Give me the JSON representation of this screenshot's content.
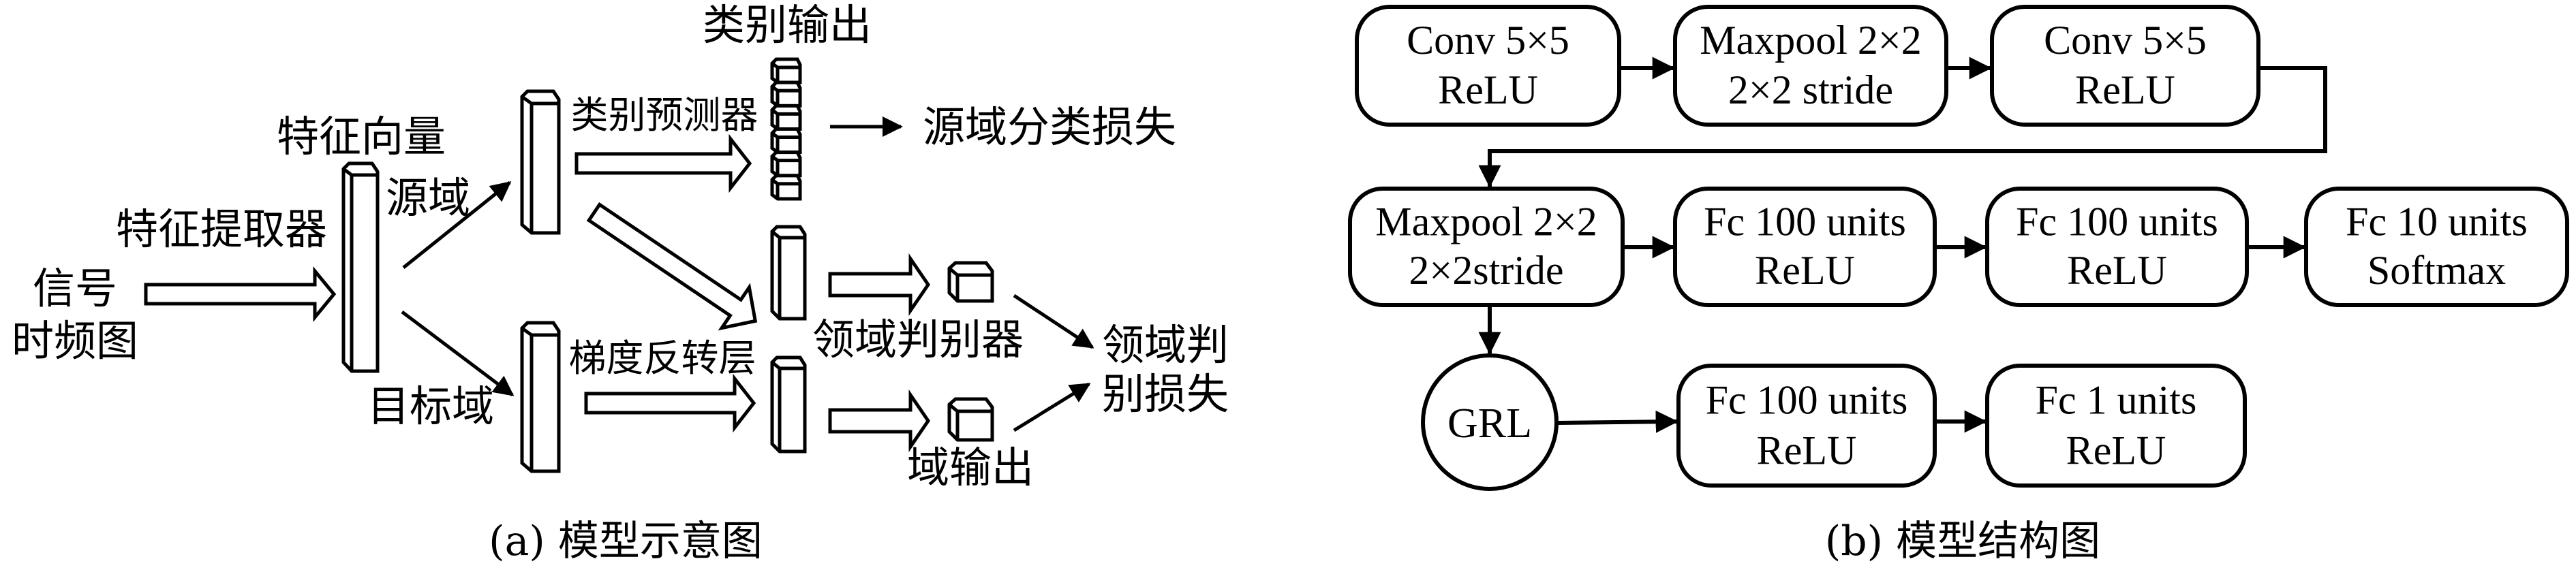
{
  "panel_a": {
    "caption": "(a) 模型示意图",
    "labels": {
      "input_line1": "信号",
      "input_line2": "时频图",
      "feature_extractor": "特征提取器",
      "feature_vector": "特征向量",
      "source_domain": "源域",
      "target_domain": "目标域",
      "class_predictor": "类别预测器",
      "class_output": "类别输出",
      "source_class_loss": "源域分类损失",
      "gradient_reversal_layer": "梯度反转层",
      "domain_discriminator": "领域判别器",
      "domain_output": "域输出",
      "domain_loss_line1": "领域判",
      "domain_loss_line2": "别损失"
    },
    "class_output_cells": 6
  },
  "panel_b": {
    "caption": "(b) 模型结构图",
    "row1": [
      {
        "line1": "Conv 5×5",
        "line2": "ReLU"
      },
      {
        "line1": "Maxpool 2×2",
        "line2": "2×2 stride"
      },
      {
        "line1": "Conv 5×5",
        "line2": "ReLU"
      }
    ],
    "row2": [
      {
        "line1": "Maxpool 2×2",
        "line2": "2×2stride"
      },
      {
        "line1": "Fc 100 units",
        "line2": "ReLU"
      },
      {
        "line1": "Fc 100 units",
        "line2": "ReLU"
      },
      {
        "line1": "Fc 10 units",
        "line2": "Softmax"
      }
    ],
    "grl": "GRL",
    "row3": [
      {
        "line1": "Fc 100 units",
        "line2": "ReLU"
      },
      {
        "line1": "Fc 1 units",
        "line2": "ReLU"
      }
    ]
  }
}
